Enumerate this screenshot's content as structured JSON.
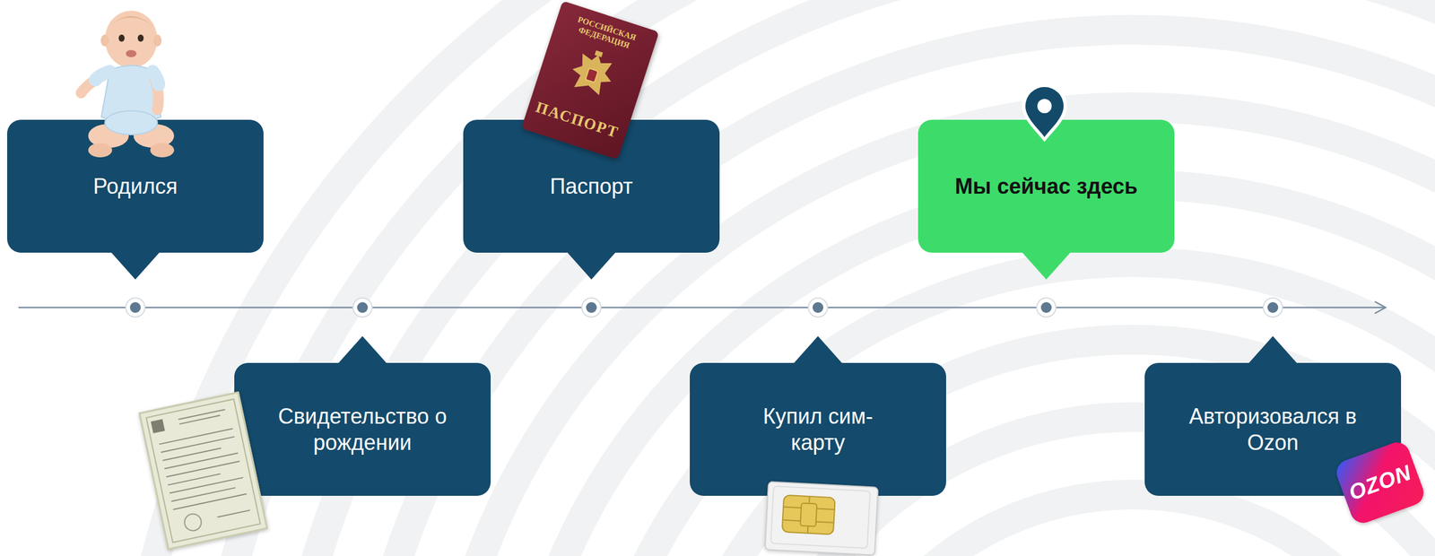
{
  "diagram": {
    "nodes": [
      {
        "text": [
          "Родился"
        ]
      },
      {
        "text": [
          "Свидетельство о рождении"
        ]
      },
      {
        "text": [
          "Паспорт"
        ]
      },
      {
        "text": [
          "Купил сим-карту"
        ]
      },
      {
        "text": [
          "Мы сейчас здесь"
        ]
      },
      {
        "text": [
          "Авторизовался в Ozon"
        ]
      }
    ],
    "labels": [
      "РОССИЙСКАЯ ФЕДЕРАЦИЯ",
      "ПАСПОРТ",
      "OZON"
    ]
  }
}
